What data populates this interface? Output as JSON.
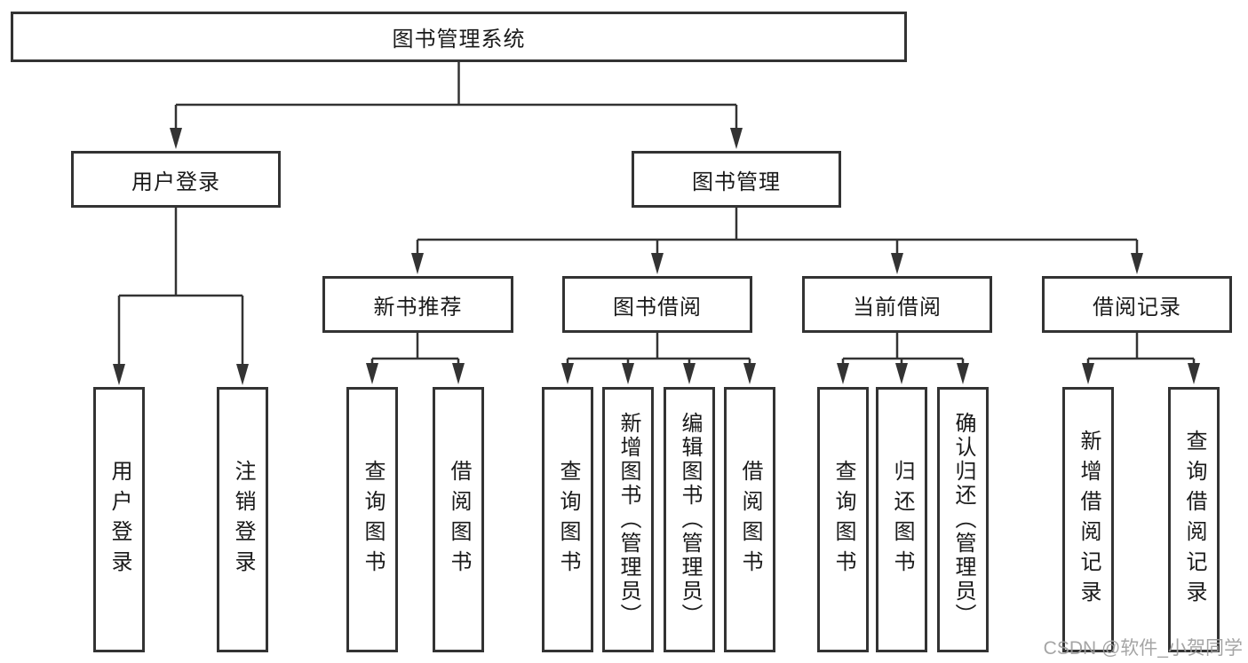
{
  "tree": {
    "label": "图书管理系统",
    "children": [
      {
        "label": "用户登录",
        "children": [
          {
            "label": "用户登录"
          },
          {
            "label": "注销登录"
          }
        ]
      },
      {
        "label": "图书管理",
        "children": [
          {
            "label": "新书推荐",
            "children": [
              {
                "label": "查询图书"
              },
              {
                "label": "借阅图书"
              }
            ]
          },
          {
            "label": "图书借阅",
            "children": [
              {
                "label": "查询图书"
              },
              {
                "label": "新增图书（管理员）"
              },
              {
                "label": "编辑图书（管理员）"
              },
              {
                "label": "借阅图书"
              }
            ]
          },
          {
            "label": "当前借阅",
            "children": [
              {
                "label": "查询图书"
              },
              {
                "label": "归还图书"
              },
              {
                "label": "确认归还（管理员）"
              }
            ]
          },
          {
            "label": "借阅记录",
            "children": [
              {
                "label": "新增借阅记录"
              },
              {
                "label": "查询借阅记录"
              }
            ]
          }
        ]
      }
    ]
  },
  "watermark": "CSDN @软件_小贺同学",
  "colors": {
    "line": "#333333",
    "box_border": "#333333",
    "text": "#1a1a1a",
    "background": "#ffffff",
    "watermark": "#9e9e9e"
  }
}
